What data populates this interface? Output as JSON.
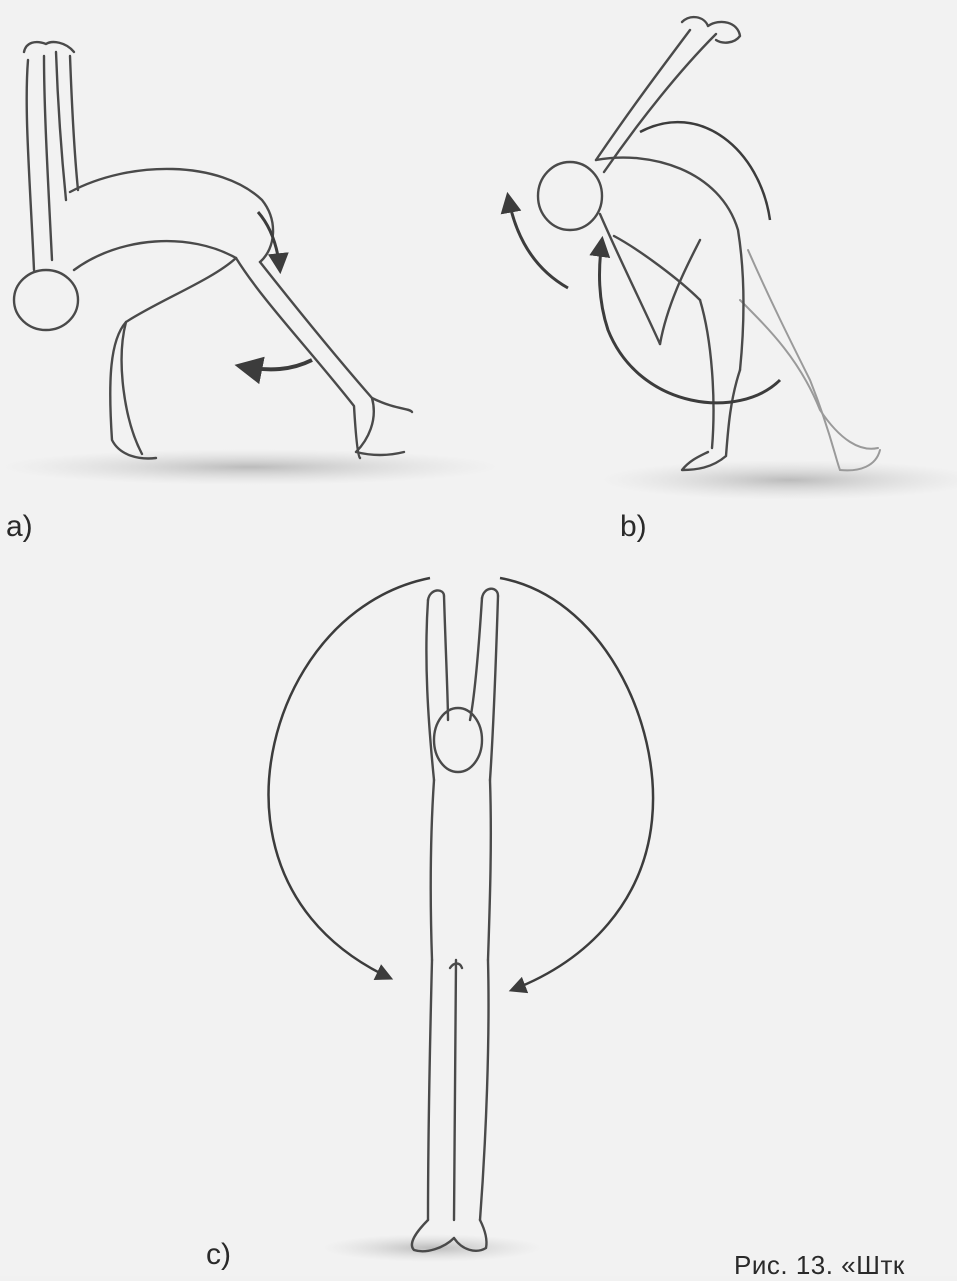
{
  "labels": {
    "a": "a)",
    "b": "b)",
    "c": "c)"
  },
  "caption": "Рис. 13. «Штк",
  "colors": {
    "background": "#f2f2f2",
    "outline": "#4a4a4a",
    "arrow": "#3c3c3c",
    "ground_shadow": "#bdbdbd",
    "ghost_outline": "#9a9a9a"
  }
}
